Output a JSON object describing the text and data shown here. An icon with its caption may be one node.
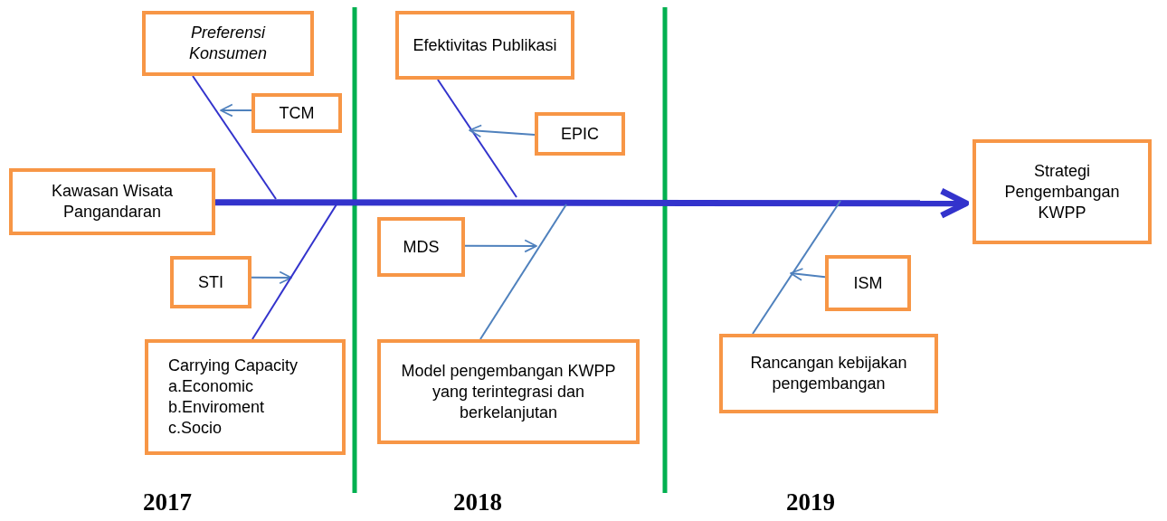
{
  "diagram": {
    "nodes": [
      {
        "text": [
          "Kawasan Wisata Pangandaran"
        ]
      },
      {
        "text": [
          "Strategi Pengembangan KWPP"
        ]
      },
      {
        "text": [
          "Preferensi Konsumen"
        ]
      },
      {
        "text": [
          "TCM"
        ]
      },
      {
        "text": [
          "Efektivitas Publikasi"
        ]
      },
      {
        "text": [
          "EPIC"
        ]
      },
      {
        "text": [
          "MDS"
        ]
      },
      {
        "text": [
          "STI"
        ]
      },
      {
        "text": [
          "ISM"
        ]
      },
      {
        "text": [
          "Carrying Capacity",
          "a.Economic",
          "b.Enviroment",
          "c.Socio"
        ]
      },
      {
        "text": [
          "Model pengembangan KWPP yang terintegrasi dan berkelanjutan"
        ]
      },
      {
        "text": [
          "Rancangan kebijakan pengembangan"
        ]
      }
    ],
    "edges": [
      {
        "from": 0,
        "to": 1,
        "arrow": "to",
        "style": "thick",
        "color": "#3333cc"
      },
      {
        "from": 2,
        "to": null,
        "arrow": "none",
        "color": "#3333cc"
      },
      {
        "from": 3,
        "to": null,
        "arrow": "to"
      },
      {
        "from": 4,
        "to": null,
        "arrow": "none",
        "color": "#3333cc"
      },
      {
        "from": 5,
        "to": null,
        "arrow": "to"
      },
      {
        "from": 6,
        "to": null,
        "arrow": "to"
      },
      {
        "from": 7,
        "to": null,
        "arrow": "to"
      },
      {
        "from": 9,
        "to": null,
        "arrow": "none",
        "color": "#3333cc"
      },
      {
        "from": 10,
        "to": null,
        "arrow": "none"
      },
      {
        "from": 11,
        "to": null,
        "arrow": "none"
      },
      {
        "from": 8,
        "to": null,
        "arrow": "to"
      }
    ],
    "labels": [
      "2017",
      "2018",
      "2019"
    ]
  }
}
